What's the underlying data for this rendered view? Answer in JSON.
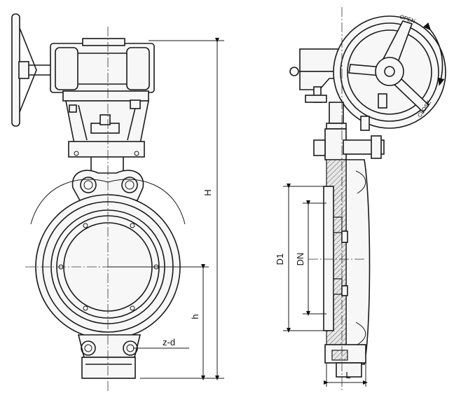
{
  "labels": {
    "height_total": "H",
    "height_center": "h",
    "bolt_holes": "z-d",
    "flange_diameter": "D1",
    "nominal_diameter": "DN",
    "face_length": "L",
    "open_mark": "OPEN",
    "close_mark": "CLOSE"
  }
}
